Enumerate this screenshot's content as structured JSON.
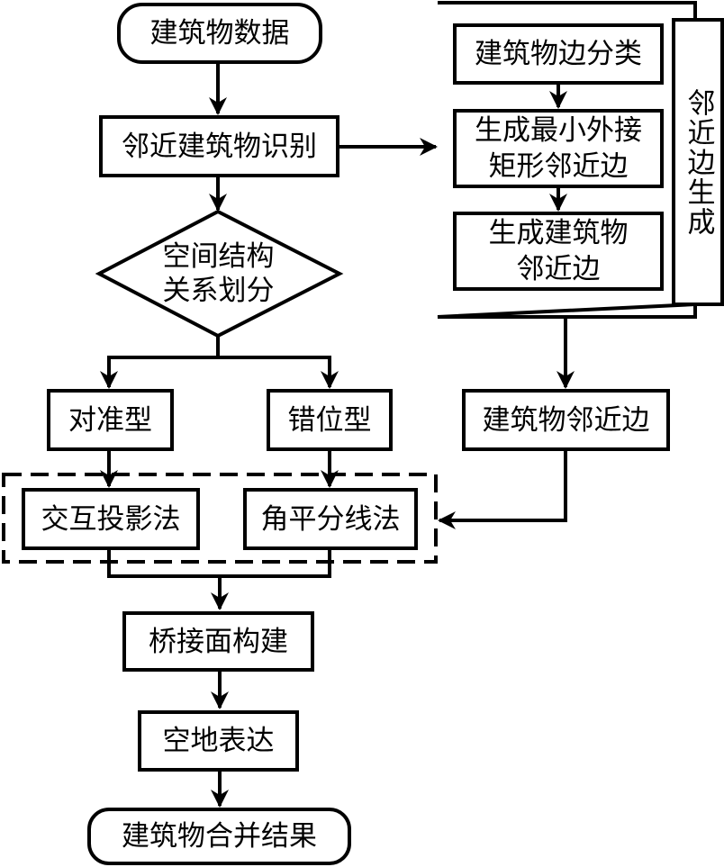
{
  "diagram": {
    "type": "flowchart",
    "nodes": {
      "start": "建筑物数据",
      "identify": "邻近建筑物识别",
      "decision": "空间结构\n关系划分",
      "aligned": "对准型",
      "staggered": "错位型",
      "cross_projection": "交互投影法",
      "angle_bisector": "角平分线法",
      "bridge": "桥接面构建",
      "open_space": "空地表达",
      "end": "建筑物合并结果",
      "edge_classify": "建筑物边分类",
      "mbr_edges": "生成最小外接\n矩形邻近边",
      "building_edges": "生成建筑物\n邻近边",
      "group_label": "邻近边生成",
      "adjacent_edges": "建筑物邻近边"
    },
    "edges": [
      [
        "start",
        "identify"
      ],
      [
        "identify",
        "decision"
      ],
      [
        "identify",
        "adjacent_edge_generation_group"
      ],
      [
        "edge_classify",
        "mbr_edges"
      ],
      [
        "mbr_edges",
        "building_edges"
      ],
      [
        "adjacent_edge_generation_group",
        "adjacent_edges"
      ],
      [
        "decision",
        "aligned"
      ],
      [
        "decision",
        "staggered"
      ],
      [
        "aligned",
        "cross_projection"
      ],
      [
        "staggered",
        "angle_bisector"
      ],
      [
        "adjacent_edges",
        "method_group"
      ],
      [
        "cross_projection",
        "bridge"
      ],
      [
        "angle_bisector",
        "bridge"
      ],
      [
        "bridge",
        "open_space"
      ],
      [
        "open_space",
        "end"
      ]
    ]
  }
}
